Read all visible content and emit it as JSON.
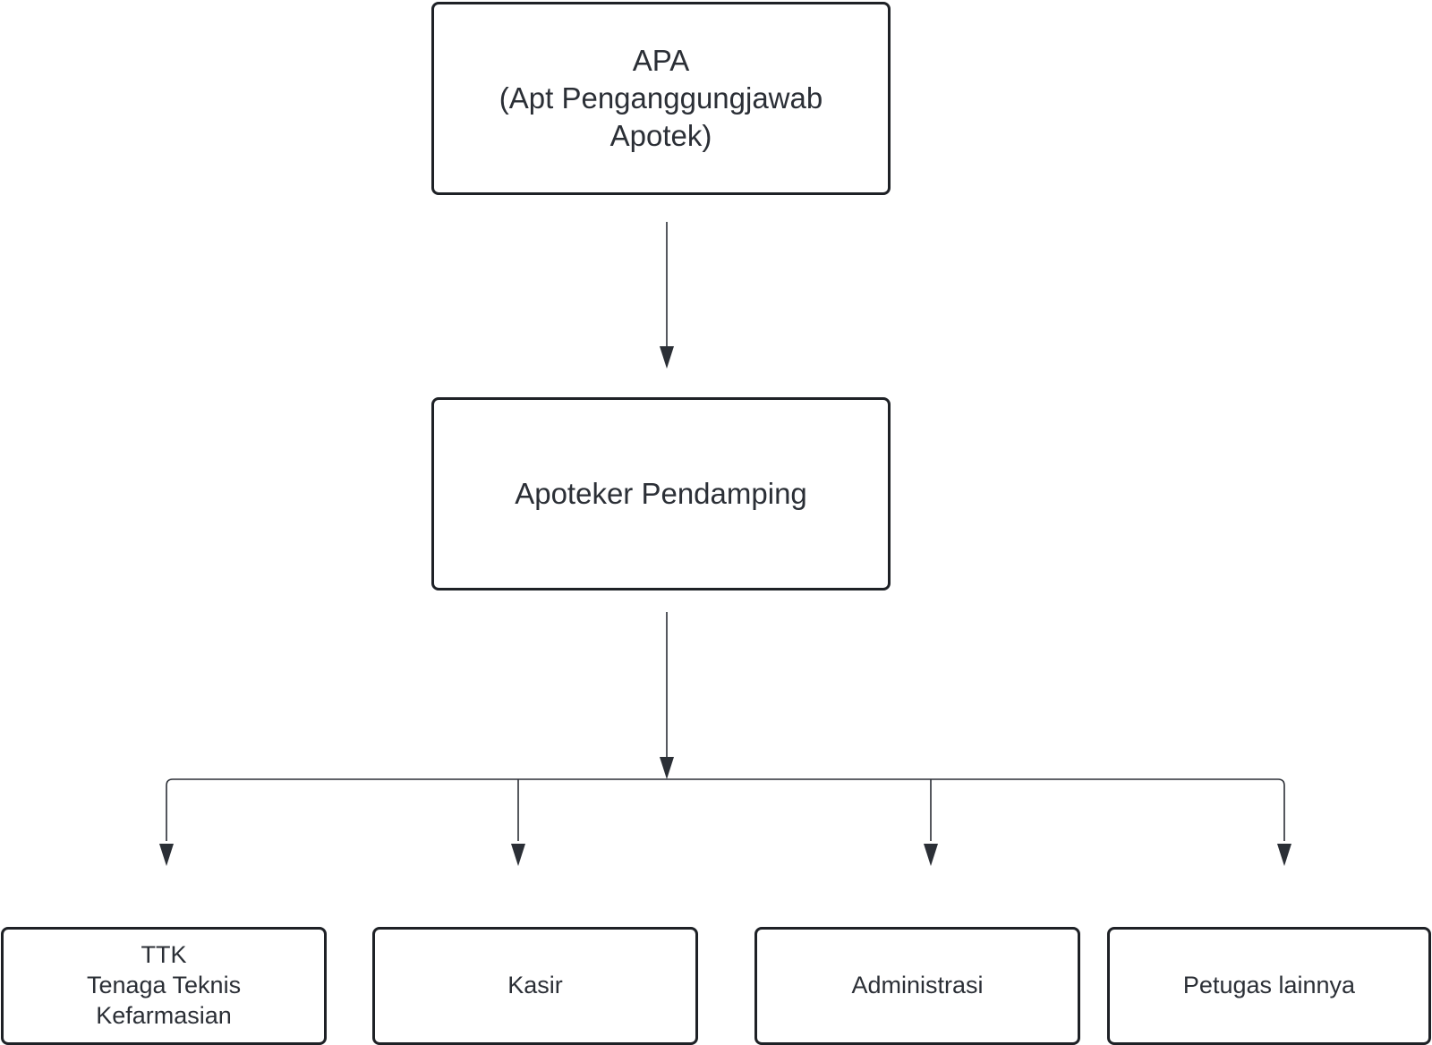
{
  "diagram": {
    "line_color": "#2b2f36",
    "border_color": "#1e2126",
    "text_color": "#2b2f36",
    "nodes": {
      "apa": "APA\n(Apt Penganggungjawab\nApotek)",
      "pendamping": "Apoteker Pendamping",
      "ttk": "TTK\nTenaga Teknis\nKefarmasian",
      "kasir": "Kasir",
      "administrasi": "Administrasi",
      "petugas": "Petugas lainnya"
    }
  }
}
